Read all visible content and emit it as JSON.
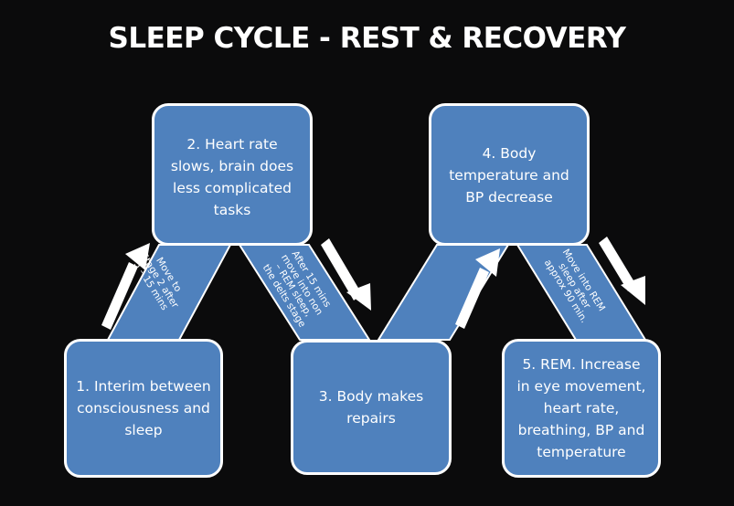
{
  "title": "SLEEP CYCLE - REST & RECOVERY",
  "colors": {
    "box_fill": "#4f81bd",
    "box_border": "#ffffff",
    "background": "#0b0b0c",
    "arrow": "#ffffff"
  },
  "stages": [
    {
      "text": "1. Interim between consciousness and sleep"
    },
    {
      "text": "2. Heart rate slows, brain does less complicated tasks"
    },
    {
      "text": "3. Body makes repairs"
    },
    {
      "text": "4. Body temperature and BP decrease"
    },
    {
      "text": "5. REM. Increase in eye movement, heart rate, breathing, BP and temperature"
    }
  ],
  "transitions": [
    {
      "text": "Move to Stage 2 after 5 – 15 mins"
    },
    {
      "text": "After 15 mins move into non – REM sleep, the delts stage"
    },
    {
      "text": ""
    },
    {
      "text": "Move into REM sleep after approx 90 min."
    }
  ]
}
